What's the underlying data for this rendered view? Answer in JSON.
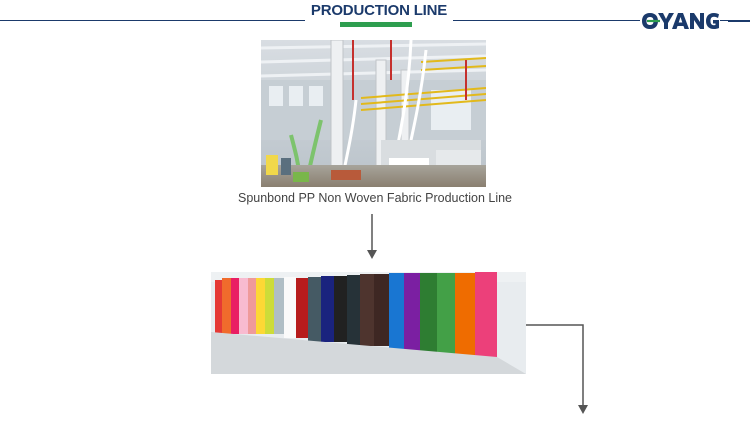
{
  "header": {
    "title": "PRODUCTION LINE",
    "accent_color": "#2e9e4f",
    "line_color": "#1b3a6b"
  },
  "logo": {
    "text": "OYANG",
    "icon": "oyang-logo"
  },
  "figures": [
    {
      "image": "factory-production-line-photo",
      "caption": "Spunbond PP Non Woven Fabric Production Line"
    },
    {
      "image": "colored-fabric-rolls-photo",
      "caption": ""
    }
  ],
  "arrows": [
    "arrow-down-icon",
    "elbow-arrow-down-icon"
  ]
}
